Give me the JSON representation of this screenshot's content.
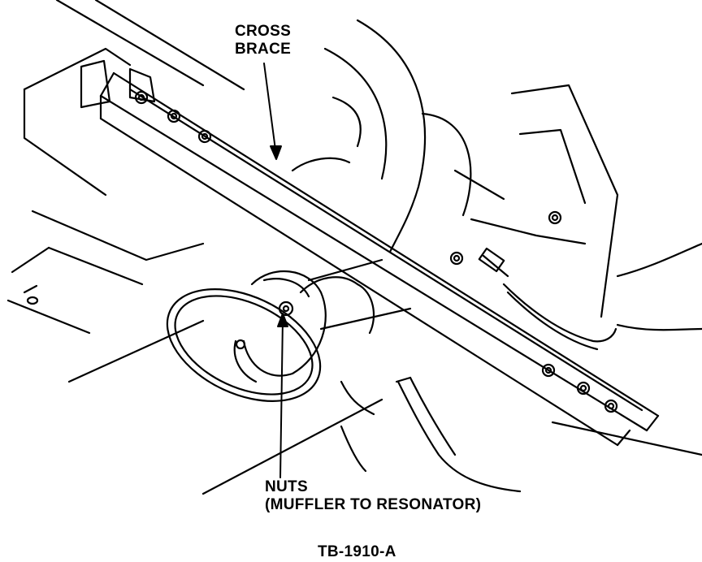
{
  "labels": {
    "cross_brace_line1": "CROSS",
    "cross_brace_line2": "BRACE",
    "nuts_line1": "NUTS",
    "nuts_line2": "(MUFFLER TO RESONATOR)",
    "figure_id": "TB-1910-A"
  },
  "colors": {
    "line": "#000000",
    "background": "#ffffff"
  }
}
